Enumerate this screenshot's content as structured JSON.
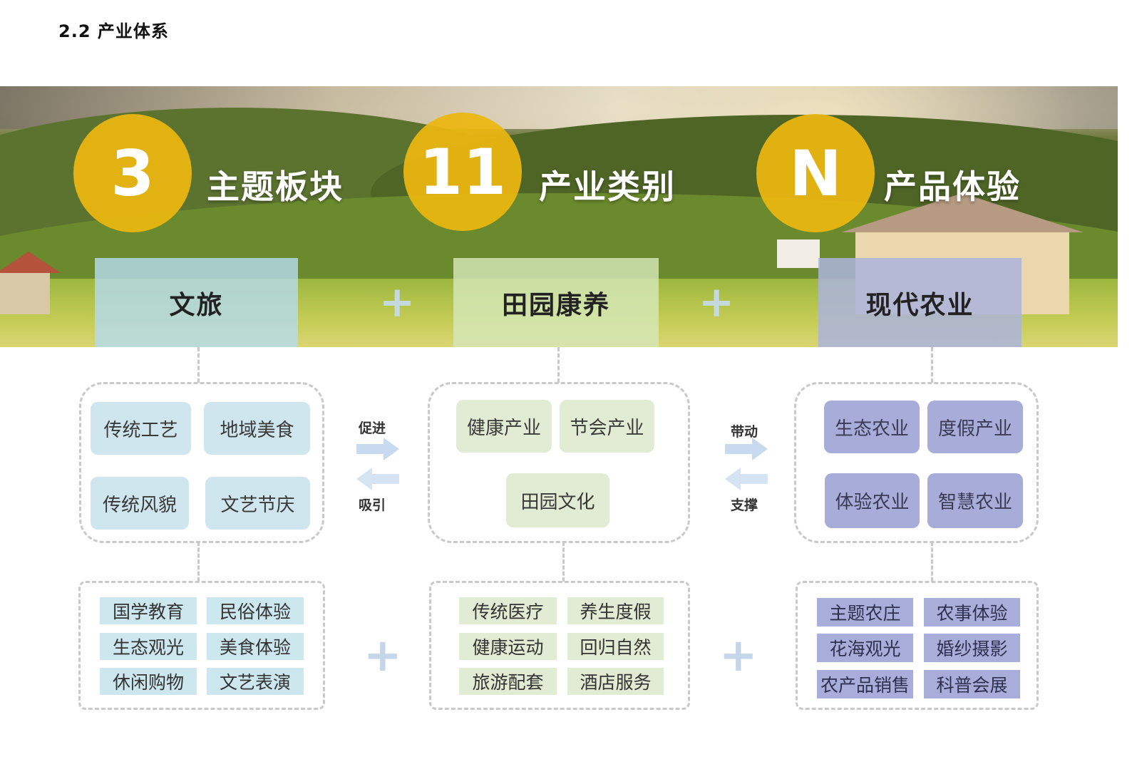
{
  "page": {
    "title": "2.2 产业体系"
  },
  "banner": {
    "stats": [
      {
        "number": "3",
        "label": "主题板块"
      },
      {
        "number": "11",
        "label": "产业类别"
      },
      {
        "number": "N",
        "label": "产品体验"
      }
    ],
    "themes": [
      "文旅",
      "田园康养",
      "现代农业"
    ],
    "plus": "+"
  },
  "relations": {
    "left": {
      "forward": "促进",
      "backward": "吸引"
    },
    "right": {
      "forward": "带动",
      "backward": "支撑"
    }
  },
  "industries": {
    "culture_tourism": [
      "传统工艺",
      "地域美食",
      "传统风貌",
      "文艺节庆"
    ],
    "wellness": [
      "健康产业",
      "节会产业",
      "田园文化"
    ],
    "agriculture": [
      "生态农业",
      "度假产业",
      "体验农业",
      "智慧农业"
    ]
  },
  "products": {
    "culture_tourism": [
      "国学教育",
      "民俗体验",
      "生态观光",
      "美食体验",
      "休闲购物",
      "文艺表演"
    ],
    "wellness": [
      "传统医疗",
      "养生度假",
      "健康运动",
      "回归自然",
      "旅游配套",
      "酒店服务"
    ],
    "agriculture": [
      "主题农庄",
      "农事体验",
      "花海观光",
      "婚纱摄影",
      "农产品销售",
      "科普会展"
    ]
  },
  "colors": {
    "accent_gold": "#ecb710",
    "culture_blue": "#cfe6ef",
    "wellness_green": "#e2ebd3",
    "agri_purple": "#a7add8",
    "arrow_blue": "#c8daf0"
  }
}
